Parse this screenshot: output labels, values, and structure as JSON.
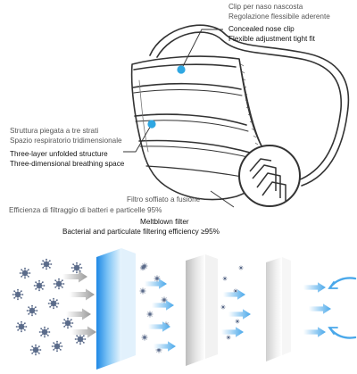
{
  "labels": {
    "nose_clip": {
      "it_line1": "Clip per naso nascosta",
      "it_line2": "Regolazione flessibile aderente",
      "en_line1": "Concealed nose clip",
      "en_line2": "Flexible adjustment tight fit"
    },
    "three_layer": {
      "it_line1": "Struttura piegata a tre strati",
      "it_line2": "Spazio respiratorio tridimensionale",
      "en_line1": "Three-layer unfolded structure",
      "en_line2": "Three-dimensional breathing space"
    },
    "meltblown": {
      "it_line1": "Filtro soffiato a fusione",
      "it_line2": "Efficienza di filtraggio di batteri e particelle 95%",
      "en_line1": "Meltblown filter",
      "en_line2": "Bacterial and particulate filtering efficiency ≥95%"
    }
  },
  "colors": {
    "outline": "#333333",
    "callout_dot": "#2fa7e2",
    "filter_blue": "#3d9be9",
    "germ": "#5b6b8a",
    "arrow_gray": "#a9a9a9",
    "arrow_blue": "#63b6ec"
  },
  "icons": [
    "mask-illustration",
    "germ-icon",
    "filter-layer-icon",
    "airflow-arrow-icon"
  ]
}
